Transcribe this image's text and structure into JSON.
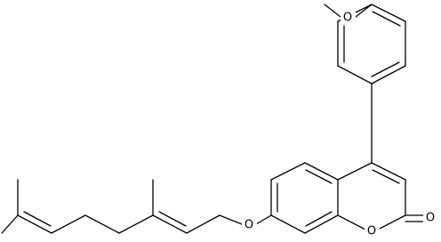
{
  "diagram": {
    "type": "chemical-structure",
    "atom_labels": {
      "methoxy_oxygen": "O",
      "ether_oxygen": "O",
      "ring_oxygen": "O",
      "carbonyl_oxygen": "O"
    },
    "colors": {
      "bond": "#000000",
      "label": "#000000",
      "background": "#ffffff"
    }
  }
}
